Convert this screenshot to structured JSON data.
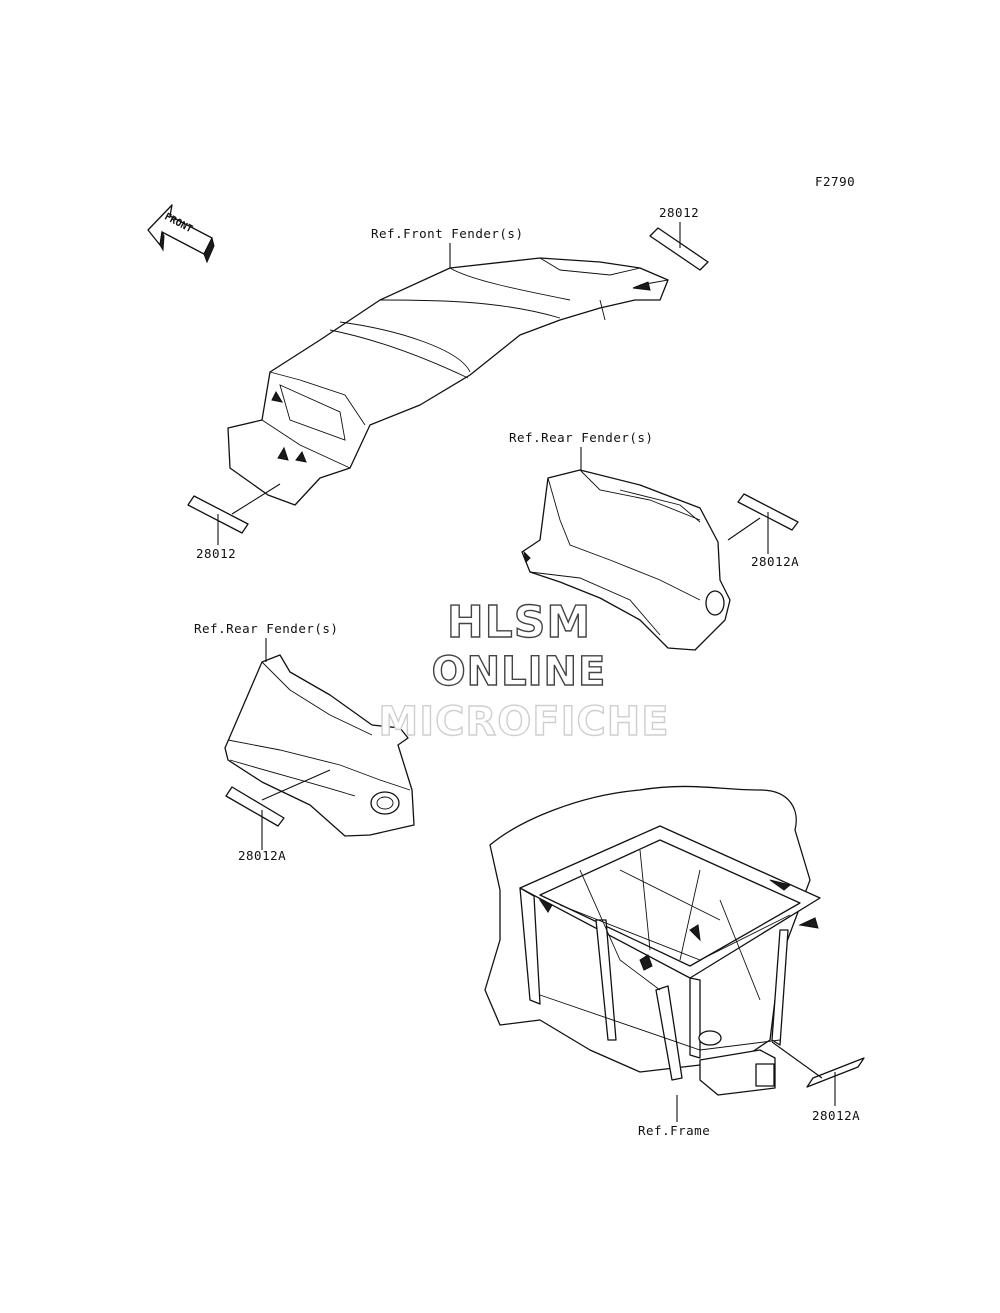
{
  "figure_id": "F2790",
  "front_arrow_text": "FRONT",
  "labels": {
    "front_fender_ref": "Ref.Front Fender(s)",
    "rear_fender_ref_right": "Ref.Rear Fender(s)",
    "rear_fender_ref_left": "Ref.Rear Fender(s)",
    "frame_ref": "Ref.Frame",
    "part_28012_top": "28012",
    "part_28012_bottom": "28012",
    "part_28012a_right": "28012A",
    "part_28012a_left": "28012A",
    "part_28012a_frame": "28012A"
  },
  "watermark": {
    "line1": "HLSM",
    "line2": "ONLINE",
    "line3": "MICROFICHE"
  }
}
